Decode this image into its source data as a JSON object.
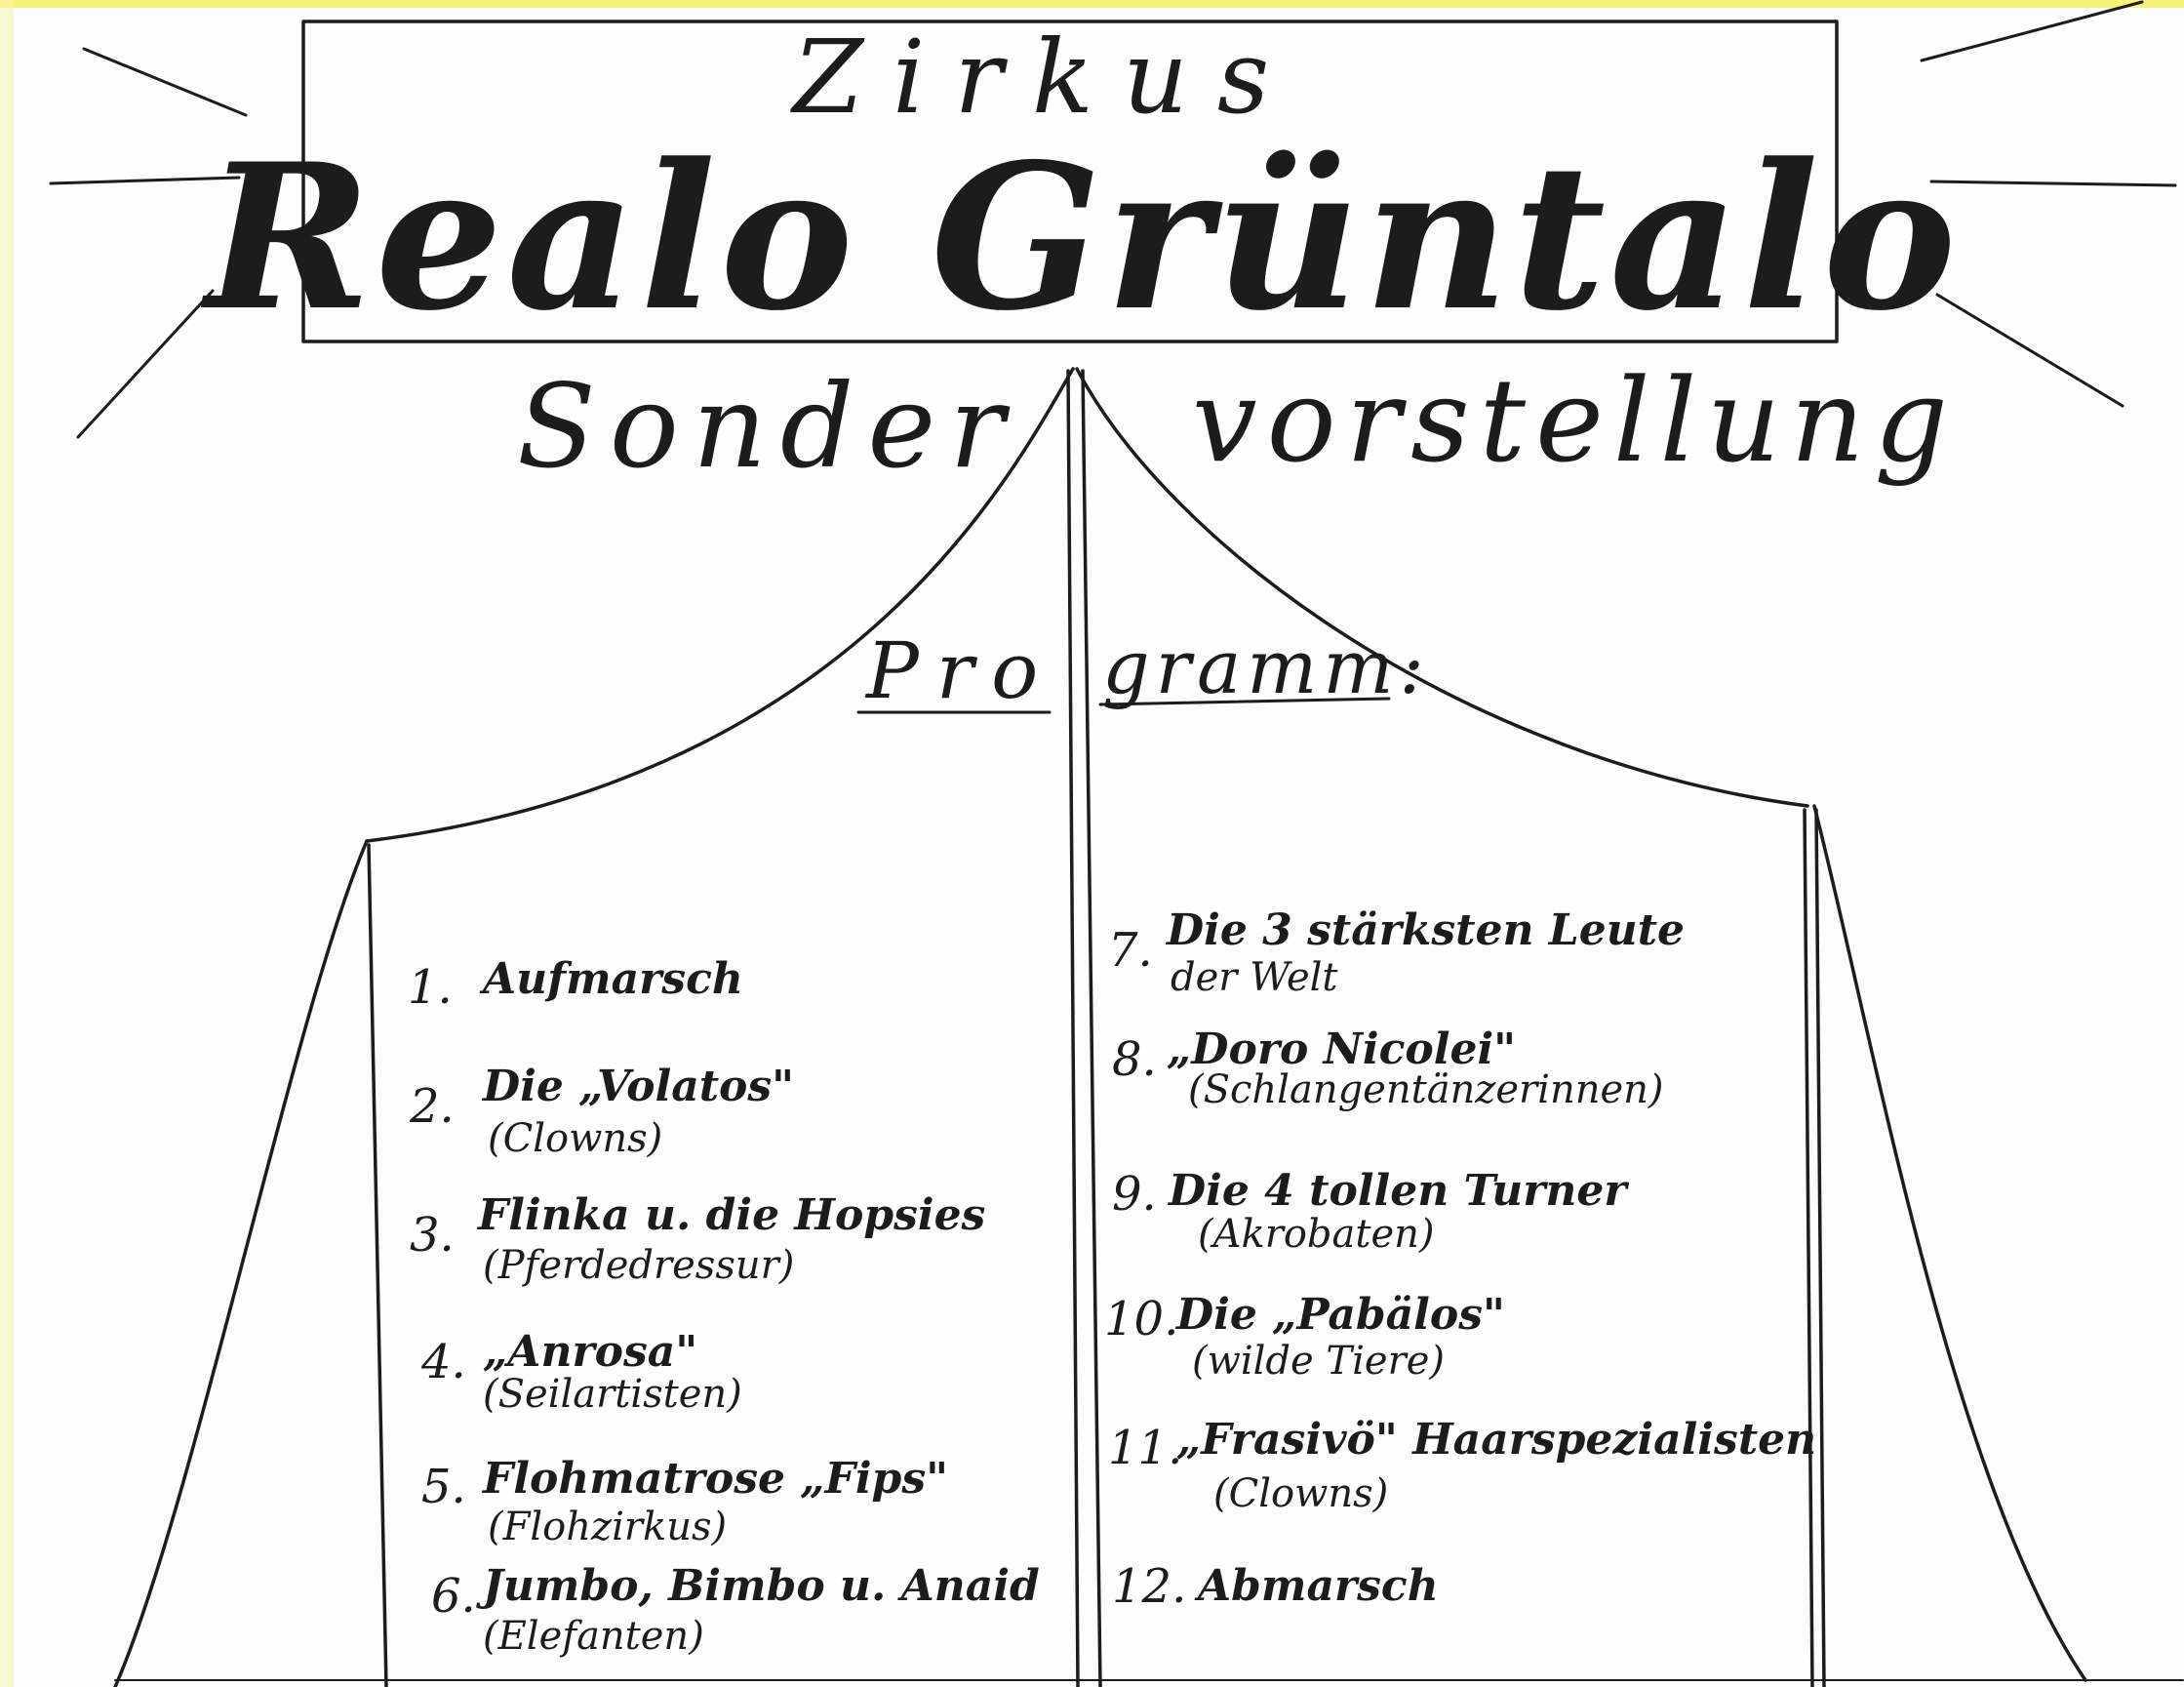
{
  "heading": {
    "top_word": "Zirkus",
    "name": "Realo Grüntalo"
  },
  "subtitle": {
    "left": "Sonder",
    "right": "vorstellung"
  },
  "program": {
    "title_left": "Pro",
    "title_right": "gramm:",
    "items": [
      {
        "number": "1.",
        "line1": "Aufmarsch",
        "line2": ""
      },
      {
        "number": "2.",
        "line1": "Die „Volatos\"",
        "line2": "(Clowns)"
      },
      {
        "number": "3.",
        "line1": "Flinka u. die Hopsies",
        "line2": "(Pferdedressur)"
      },
      {
        "number": "4.",
        "line1": "„Anrosa\"",
        "line2": "(Seilartisten)"
      },
      {
        "number": "5.",
        "line1": "Flohmatrose „Fips\"",
        "line2": "(Flohzirkus)"
      },
      {
        "number": "6.",
        "line1": "Jumbo, Bimbo u. Anaid",
        "line2": "(Elefanten)"
      },
      {
        "number": "7.",
        "line1": "Die 3 stärksten Leute",
        "line2": "der Welt"
      },
      {
        "number": "8.",
        "line1": "„Doro Nicolei\"",
        "line2": "(Schlangentänzerinnen)"
      },
      {
        "number": "9.",
        "line1": "Die 4 tollen Turner",
        "line2": "(Akrobaten)"
      },
      {
        "number": "10.",
        "line1": "Die „Pabälos\"",
        "line2": "(wilde Tiere)"
      },
      {
        "number": "11.",
        "line1": "„Frasivö\" Haarspezialisten",
        "line2": "(Clowns)"
      },
      {
        "number": "12.",
        "line1": "Abmarsch",
        "line2": ""
      }
    ]
  },
  "colors": {
    "ink": "#1c1c1c",
    "paper": "#fdfdfb",
    "highlight": "#f2f04a"
  }
}
